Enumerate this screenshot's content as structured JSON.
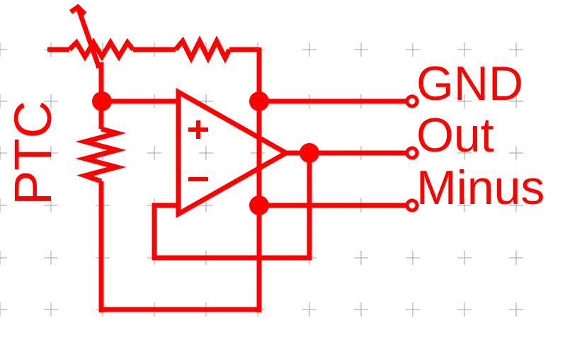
{
  "colors": {
    "background": "#ffffff",
    "grid_marker": "#a0a0a0",
    "wire": "#ff0000"
  },
  "labels": {
    "ptc": "PTC",
    "gnd": "GND",
    "out": "Out",
    "minus": "Minus",
    "plus_sign": "+",
    "minus_sign": "−"
  },
  "components": {
    "variable_resistor": "potentiometer",
    "fixed_resistor": "resistor",
    "ptc_resistor": "resistor",
    "amplifier": "op-amp"
  }
}
